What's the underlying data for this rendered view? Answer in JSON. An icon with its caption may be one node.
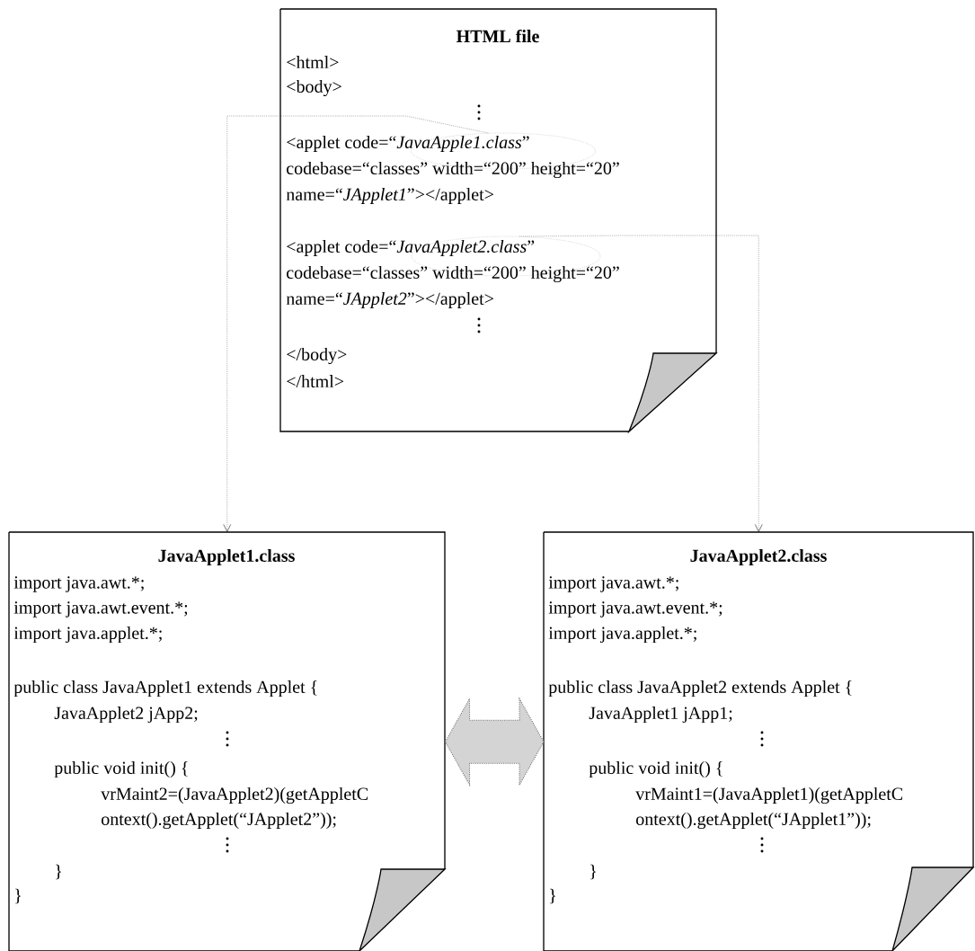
{
  "diagram": {
    "nodes": [
      {
        "text": [
          "HTML file",
          "<html>",
          "<body>",
          "<applet code=“*JavaApple1.class*”",
          "codebase=“classes” width=“200” height=“20”",
          "name=“*JApplet1*”></applet>",
          "<applet code=“*JavaApplet2.class*”",
          "codebase=“classes” width=“200” height=“20”",
          "name=“*JApplet2*”></applet>",
          "</body>",
          "</html>"
        ]
      },
      {
        "text": [],
        "shape": "ellipse",
        "in": 0
      },
      {
        "text": [],
        "shape": "ellipse",
        "in": 0
      },
      {
        "text": [
          "JavaApplet1.class",
          "import java.awt.*;",
          "import java.awt.event.*;",
          "import java.applet.*;",
          "public class JavaApplet1 extends Applet {",
          "JavaApplet2 jApp2;",
          "public void init() {",
          "vrMaint2=(JavaApplet2)(getAppletC",
          "ontext().getApplet(“JApplet2”));",
          "}",
          "}"
        ]
      },
      {
        "text": [
          "JavaApplet2.class",
          "import java.awt.*;",
          "import java.awt.event.*;",
          "import java.applet.*;",
          "public class JavaApplet2 extends Applet {",
          "JavaApplet1 jApp1;",
          "public void init() {",
          "vrMaint1=(JavaApplet1)(getAppletC",
          "ontext().getApplet(“JApplet1”));",
          "}",
          "}"
        ]
      }
    ],
    "edges": [
      {
        "from": 1,
        "to": 3,
        "arrow": "to",
        "style": "dashed"
      },
      {
        "from": 2,
        "to": 4,
        "arrow": "to",
        "style": "dashed"
      },
      {
        "from": 3,
        "to": 4,
        "arrow": "both",
        "style": "thick",
        "color": "#d4d4d4"
      }
    ]
  }
}
